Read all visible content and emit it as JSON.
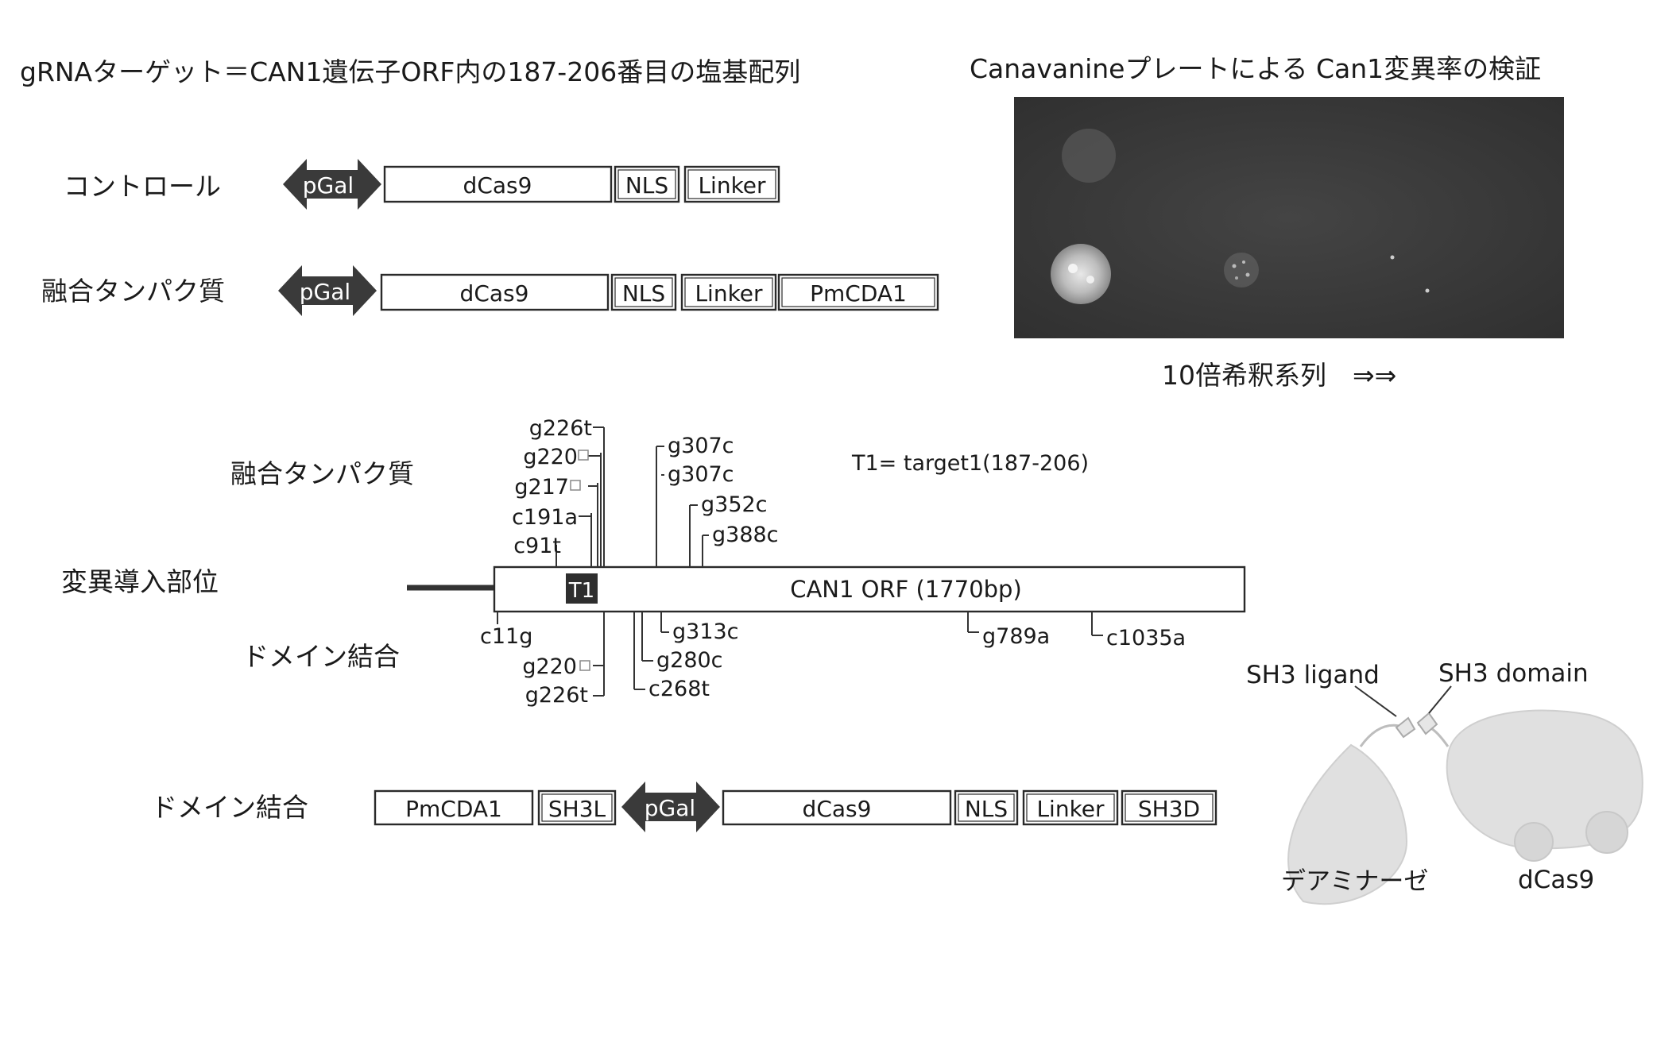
{
  "header": {
    "title_left": "gRNAターゲット＝CAN1遺伝子ORF内の187-206番目の塩基配列",
    "title_right": "Canavanineプレートによる Can1変異率の検証",
    "plate_caption": "10倍希釈系列　⇒⇒"
  },
  "constructs": {
    "control": {
      "label": "コントロール",
      "promoter": "pGal",
      "parts": [
        "dCas9",
        "NLS",
        "Linker"
      ]
    },
    "fusion": {
      "label": "融合タンパク質",
      "promoter": "pGal",
      "parts": [
        "dCas9",
        "NLS",
        "Linker",
        "PmCDA1"
      ]
    },
    "domain": {
      "label": "ドメイン結合",
      "promoter": "pGal",
      "left_parts": [
        "PmCDA1",
        "SH3L"
      ],
      "right_parts": [
        "dCas9",
        "NLS",
        "Linker",
        "SH3D"
      ]
    }
  },
  "mutation_map": {
    "section_label": "変異導入部位",
    "fusion_label": "融合タンパク質",
    "domain_label": "ドメイン結合",
    "orf_label": "CAN1 ORF (1770bp)",
    "target_box": "T1",
    "target_note": "T1= target1(187-206)",
    "fusion_mutations_left": [
      "g226t",
      "g220",
      "g217",
      "c191a",
      "c91t"
    ],
    "fusion_mutations_right": [
      "g307c",
      "g307c",
      "g352c",
      "g388c"
    ],
    "domain_mutations_left": [
      "c11g",
      "g220",
      "g226t"
    ],
    "domain_mutations_right": [
      "g313c",
      "g280c",
      "c268t"
    ],
    "domain_mutations_far": [
      "g789a",
      "c1035a"
    ]
  },
  "schematic": {
    "sh3_ligand": "SH3 ligand",
    "sh3_domain": "SH3 domain",
    "deaminase": "デアミナーゼ",
    "dcas9": "dCas9"
  },
  "colors": {
    "promoter": "#3a3a3a",
    "plate_bg": "#3b3b3b",
    "target_box": "#2e2e2e",
    "protein_blob": "#e0e0e0"
  }
}
